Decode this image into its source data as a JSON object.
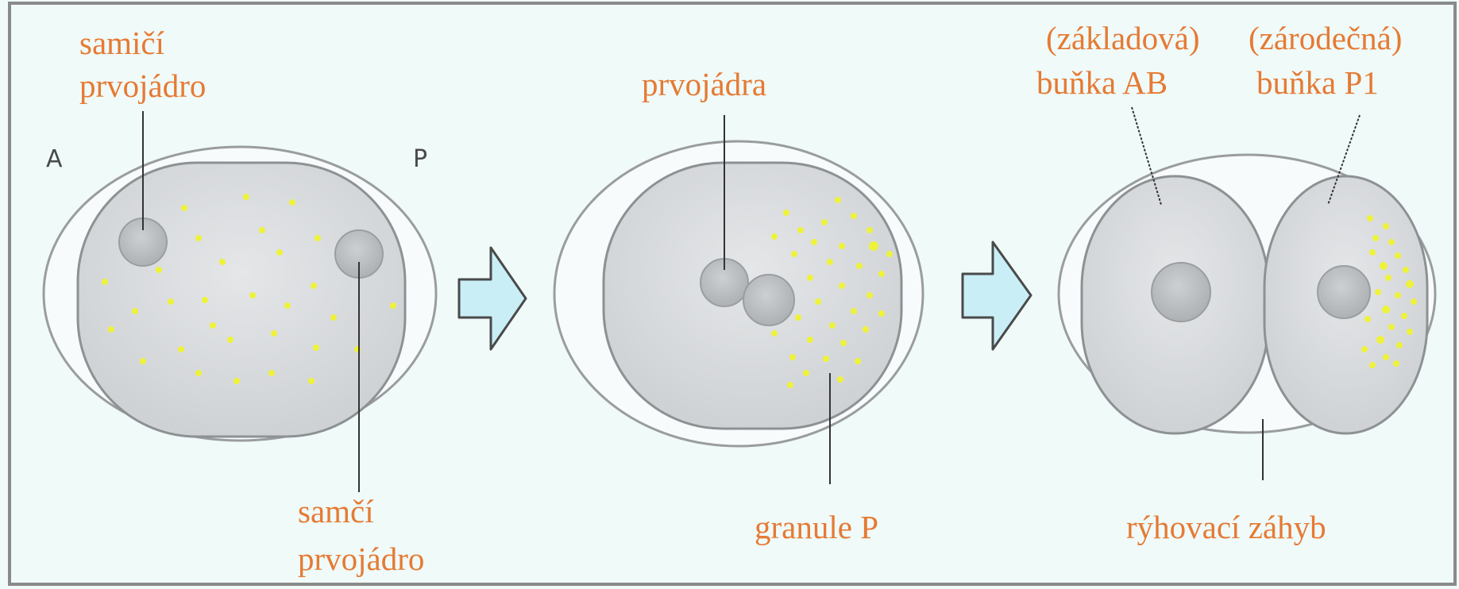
{
  "colors": {
    "background": "#effaf9",
    "frame": "#8a8a8a",
    "label_text": "#e67a33",
    "eggshell": "#f7fbfb",
    "cytoplasm": "#d9dcde",
    "nucleus": "#bfc3c6",
    "granule": "#eef23a",
    "arrow_fill": "#c9eef6"
  },
  "diagram": {
    "axis_anterior": "A",
    "axis_posterior": "P",
    "stage1": {
      "female_label_1": "samičí",
      "female_label_2": "prvojádro",
      "male_label_1": "samčí",
      "male_label_2": "prvojádro"
    },
    "stage2": {
      "pronuclei_label": "prvojádra",
      "granules_label": "granule P"
    },
    "stage3": {
      "ab_label_1": "(základová)",
      "ab_label_2": "buňka AB",
      "p1_label_1": "(zárodečná)",
      "p1_label_2": "buňka P1",
      "furrow_label": "rýhovací záhyb"
    },
    "icons": [
      "right-arrow-icon",
      "right-arrow-icon"
    ]
  }
}
